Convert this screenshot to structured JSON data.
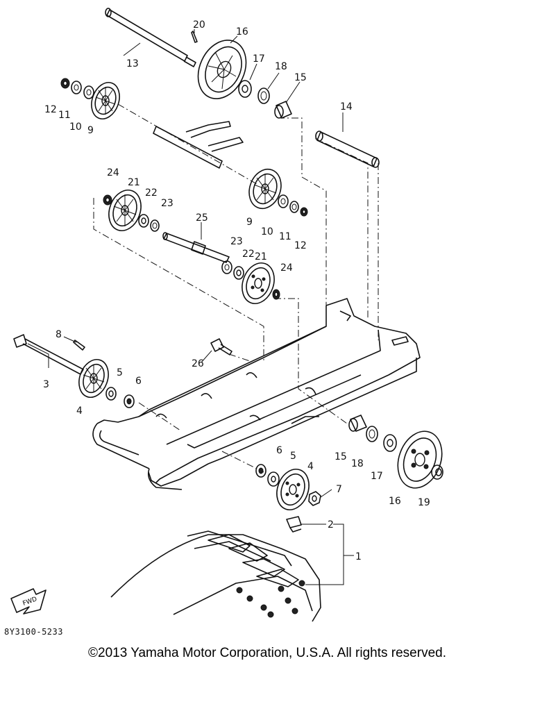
{
  "diagram": {
    "code": "8Y3100-5233",
    "copyright": "©2013 Yamaha Motor Corporation, U.S.A. All rights reserved.",
    "fwd_label": "FWD",
    "callouts": [
      "1",
      "2",
      "3",
      "4",
      "5",
      "6",
      "7",
      "8",
      "9",
      "10",
      "11",
      "12",
      "13",
      "14",
      "15",
      "16",
      "17",
      "18",
      "19",
      "20",
      "21",
      "22",
      "23",
      "24",
      "25",
      "26"
    ]
  }
}
